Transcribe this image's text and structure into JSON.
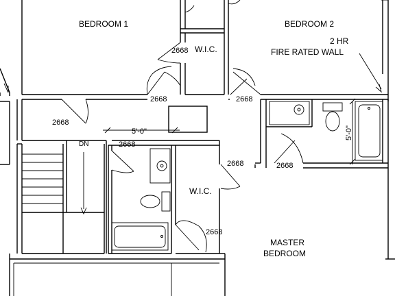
{
  "rooms": {
    "bedroom_1": "BEDROOM 1",
    "bedroom_2": "BEDROOM 2",
    "wic_upper": "W.I.C.",
    "wic_lower": "W.I.C.",
    "master_line1": "MASTER",
    "master_line2": "BEDROOM"
  },
  "notes": {
    "fire_wall_line1": "2 HR",
    "fire_wall_line2": "FIRE RATED WALL",
    "stair_dn": "DN"
  },
  "door_labels": {
    "wic_upper": "2668",
    "bedroom_1": "2668",
    "bedroom_2": "2668",
    "hall_closet": "2668",
    "bath": "2668",
    "hall_right": "2668",
    "bath_2": "2668",
    "wic_lower": "2668"
  },
  "dimensions": {
    "hall_width": "5'-0\"",
    "bath_width": "5'-0\""
  }
}
